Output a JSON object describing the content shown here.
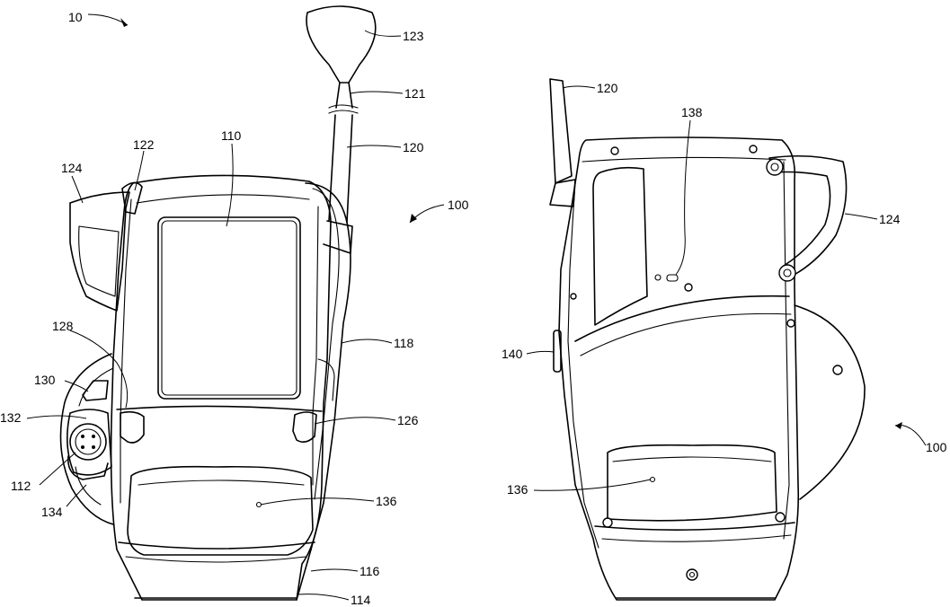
{
  "labels": {
    "l10": "10",
    "l123": "123",
    "l121": "121",
    "l120a": "120",
    "l110": "110",
    "l122": "122",
    "l124a": "124",
    "l100a": "100",
    "l118": "118",
    "l128": "128",
    "l130": "130",
    "l132": "132",
    "l126": "126",
    "l112": "112",
    "l134": "134",
    "l136a": "136",
    "l116": "116",
    "l114": "114",
    "l120b": "120",
    "l138": "138",
    "l124b": "124",
    "l140": "140",
    "l100b": "100",
    "l136b": "136"
  }
}
